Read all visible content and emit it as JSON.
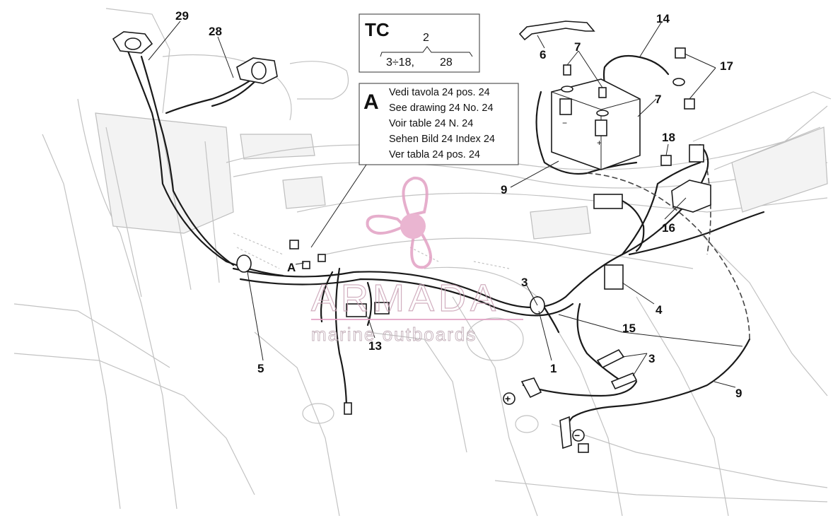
{
  "tc_box": {
    "title": "TC",
    "top_value": "2",
    "left_value": "3÷18,",
    "right_value": "28"
  },
  "note_box": {
    "letter": "A",
    "lines": [
      "Vedi tavola 24 pos. 24",
      "See drawing 24 No. 24",
      "Voir table 24 N. 24",
      "Sehen Bild 24 Index 24",
      "Ver tabla 24 pos. 24"
    ]
  },
  "callouts": {
    "c29": "29",
    "c28": "28",
    "c14": "14",
    "c7a": "7",
    "c6": "6",
    "c17": "17",
    "c7b": "7",
    "c18": "18",
    "c9a": "9",
    "c16": "16",
    "c3a": "3",
    "c4": "4",
    "c15": "15",
    "c3b": "3",
    "c1": "1",
    "c13": "13",
    "c5": "5",
    "c9b": "9",
    "cA": "A"
  },
  "terminals": {
    "positive": "+",
    "negative": "−",
    "batt_plus": "+",
    "batt_minus": "−"
  },
  "watermark": {
    "brand": "ARMADA",
    "tagline": "marine outboards",
    "color": "#e2a1c4"
  }
}
